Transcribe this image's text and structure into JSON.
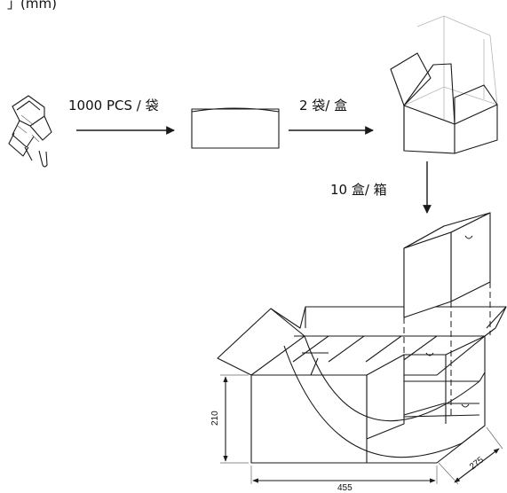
{
  "header": {
    "text": "」(mm)"
  },
  "steps": {
    "clip_to_bag": "1000 PCS / 袋",
    "bag_to_box": "2 袋/ 盒",
    "box_to_carton": "10 盒/ 箱"
  },
  "dimensions": {
    "height": "210",
    "width": "455",
    "depth": "275"
  },
  "colors": {
    "line": "#1a1a1a",
    "ghost_line": "#b5b5b5",
    "background": "#ffffff"
  }
}
